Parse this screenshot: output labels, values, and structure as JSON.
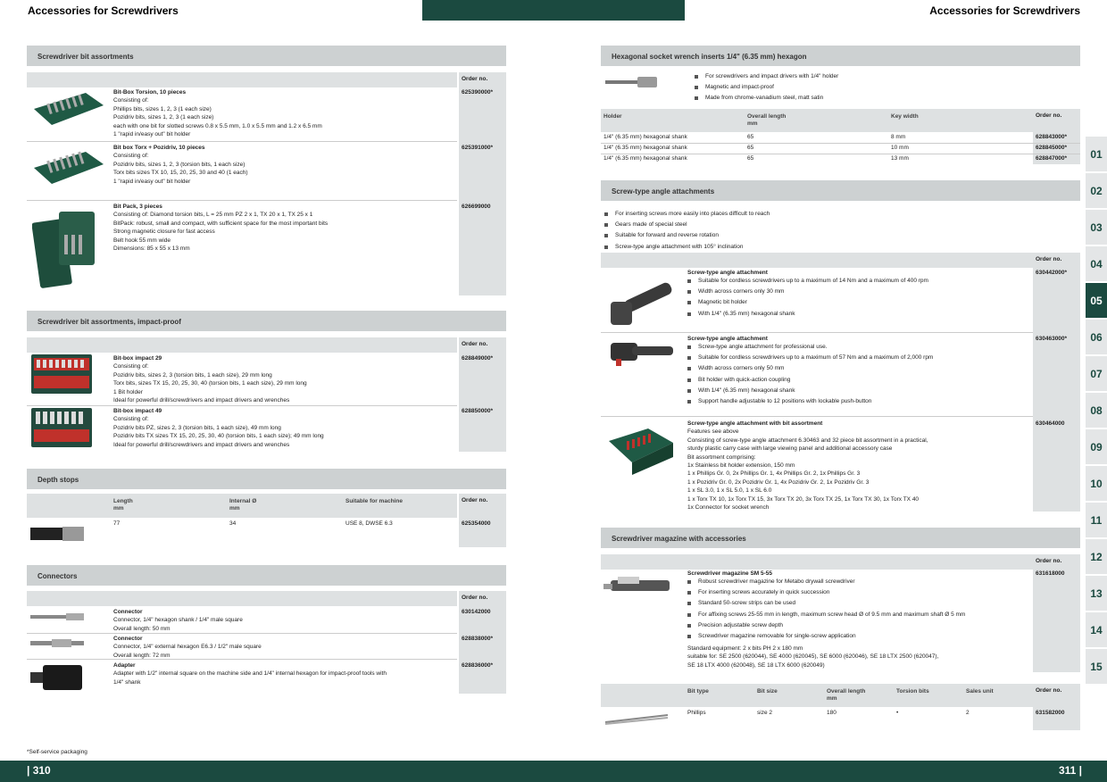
{
  "header": {
    "left_title": "Accessories for Screwdrivers",
    "right_title": "Accessories for Screwdrivers"
  },
  "footer": {
    "left_page": "| 310",
    "right_page": "311 |",
    "footnote": "*Self-service packaging"
  },
  "side_tabs": [
    "01",
    "02",
    "03",
    "04",
    "05",
    "06",
    "07",
    "08",
    "09",
    "10",
    "11",
    "12",
    "13",
    "14",
    "15"
  ],
  "order_no_label": "Order no.",
  "left": {
    "bit_assortments": {
      "title": "Screwdriver bit assortments",
      "items": [
        {
          "name": "Bit-Box Torsion, 10 pieces",
          "lines": [
            "Consisting of:",
            "Phillips bits, sizes 1, 2, 3 (1 each size)",
            "Pozidriv bits, sizes 1, 2, 3 (1 each size)",
            "each with one bit for slotted screws 0.8 x 5.5 mm, 1.0 x 5.5 mm and 1.2 x 6.5 mm",
            "1 \"rapid in/easy out\" bit holder"
          ],
          "order": "625390000*"
        },
        {
          "name": "Bit box Torx + Pozidriv, 10 pieces",
          "lines": [
            "Consisting of:",
            "Pozidriv bits, sizes 1, 2, 3 (torsion bits, 1 each size)",
            "Torx bits sizes TX 10, 15, 20, 25, 30 and 40 (1 each)",
            "1 \"rapid in/easy out\" bit holder"
          ],
          "order": "625391000*"
        },
        {
          "name": "Bit Pack, 3 pieces",
          "lines": [
            "Consisting of: Diamond torsion bits, L = 25 mm PZ 2 x 1, TX 20 x 1, TX 25 x 1",
            "BitPack: robust, small and compact, with sufficient space for the most important bits",
            "Strong magnetic closure for fast access",
            "Belt hook 55 mm wide",
            "Dimensions: 85 x 55 x 13 mm"
          ],
          "order": "626699000"
        }
      ]
    },
    "impact_proof": {
      "title": "Screwdriver bit assortments, impact-proof",
      "items": [
        {
          "name": "Bit-box impact 29",
          "lines": [
            "Consisting of:",
            "Pozidriv bits, sizes 2, 3 (torsion bits, 1 each size), 29 mm long",
            "Torx bits, sizes TX 15, 20, 25, 30, 40 (torsion bits, 1 each size), 29 mm long",
            "1 Bit holder",
            "Ideal for powerful drill/screwdrivers and impact drivers and wrenches"
          ],
          "order": "628849000*"
        },
        {
          "name": "Bit-box impact 49",
          "lines": [
            "Consisting of:",
            "Pozidriv bits PZ, sizes 2, 3 (torsion bits, 1 each size), 49 mm long",
            "Pozidriv bits TX sizes TX 15, 20, 25, 30, 40 (torsion bits, 1 each size); 49 mm long",
            "Ideal for powerful drill/screwdrivers and impact drivers and wrenches"
          ],
          "order": "628850000*"
        }
      ]
    },
    "depth_stops": {
      "title": "Depth stops",
      "headers": [
        "Length",
        "Internal Ø",
        "Suitable for machine",
        "Order no."
      ],
      "unit": "mm",
      "row": [
        "77",
        "34",
        "USE 8, DWSE 6.3",
        "625354000"
      ]
    },
    "connectors": {
      "title": "Connectors",
      "items": [
        {
          "name": "Connector",
          "lines": [
            "Connector, 1/4\" hexagon shank / 1/4\" male square",
            "Overall length: 50 mm"
          ],
          "order": "630142000"
        },
        {
          "name": "Connector",
          "lines": [
            "Connector, 1/4\" external hexagon E6.3 / 1/2\" male square",
            "Overall length: 72 mm"
          ],
          "order": "628838000*"
        },
        {
          "name": "Adapter",
          "lines": [
            "Adapter with 1/2\" internal square on the machine side and 1/4\" internal hexagon for impact-proof tools with",
            "1/4\" shank"
          ],
          "order": "628836000*"
        }
      ]
    }
  },
  "right": {
    "hex": {
      "title": "Hexagonal socket wrench inserts 1/4\" (6.35 mm) hexagon",
      "bullets": [
        "For screwdrivers and impact drivers with 1/4\" holder",
        "Magnetic and impact-proof",
        "Made from chrome-vanadium steel, matt satin"
      ],
      "headers": [
        "Holder",
        "Overall length",
        "Key width",
        "Order no."
      ],
      "unit": "mm",
      "rows": [
        [
          "1/4\" (6.35 mm) hexagonal shank",
          "65",
          "8 mm",
          "628843000*"
        ],
        [
          "1/4\" (6.35 mm) hexagonal shank",
          "65",
          "10 mm",
          "628845000*"
        ],
        [
          "1/4\" (6.35 mm) hexagonal shank",
          "65",
          "13 mm",
          "628847000*"
        ]
      ]
    },
    "angle": {
      "title": "Screw-type angle attachments",
      "bullets": [
        "For inserting screws more easily into places difficult to reach",
        "Gears made of special steel",
        "Suitable for forward and reverse rotation",
        "Screw-type angle attachment with 105° inclination"
      ],
      "items": [
        {
          "name": "Screw-type angle attachment",
          "bullets": [
            "Suitable for cordless screwdrivers up to a maximum of 14 Nm and a maximum of 400 rpm",
            "Width across corners only 30 mm",
            "Magnetic bit holder",
            "With 1/4\" (6.35 mm) hexagonal shank"
          ],
          "order": "630442000*"
        },
        {
          "name": "Screw-type angle attachment",
          "bullets": [
            "Screw-type angle attachment for professional use.",
            "Suitable for cordless screwdrivers up to a maximum of 57 Nm and a maximum of 2,000 rpm",
            "Width across corners only 50 mm",
            "Bit holder with quick-action coupling",
            "With 1/4\" (6.35 mm) hexagonal shank",
            "Support handle adjustable to 12 positions with lockable push-button"
          ],
          "order": "630463000*"
        },
        {
          "name": "Screw-type angle attachment with bit assortment",
          "lines": [
            "Features see above",
            "Consisting of screw-type angle attachment 6.30463 and 32 piece bit assortment in a practical,",
            "sturdy plastic carry case with large viewing panel and additional accessory case",
            "Bit assortment comprising:",
            "1x Stainless bit holder extension, 150 mm",
            "1 x Phillips Gr. 0, 2x Phillips Gr. 1, 4x Phillips Gr. 2, 1x Phillips Gr. 3",
            "1 x Pozidriv Gr. 0, 2x Pozidriv Gr. 1, 4x Pozidriv Gr. 2, 1x Pozidriv Gr. 3",
            "1 x SL 3.0, 1 x SL 5.0, 1 x SL 6.0",
            "1 x Torx TX 10, 1x Torx TX 15, 3x Torx TX 20, 3x Torx TX 25, 1x Torx TX 30, 1x Torx TX 40",
            "1x Connector for socket wrench"
          ],
          "order": "630464000"
        }
      ]
    },
    "magazine": {
      "title": "Screwdriver magazine with accessories",
      "name": "Screwdriver magazine SM 5-55",
      "bullets": [
        "Robust screwdriver magazine for Metabo drywall screwdriver",
        "For inserting screws accurately in quick succession",
        "Standard 50-screw strips can be used",
        "For affixing screws 25-55 mm in length, maximum screw head Ø of 9.5 mm and maximum shaft Ø 5 mm",
        "Precision adjustable screw depth",
        "Screwdriver magazine removable for single-screw application"
      ],
      "lines": [
        "Standard equipment: 2 x bits PH 2 x 180 mm",
        "suitable for: SE 2500 (620044), SE 4000 (620045), SE 6000 (620046), SE 18 LTX 2500 (620047),",
        "SE 18 LTX 4000 (620048), SE 18 LTX 6000 (620049)"
      ],
      "order": "631618000",
      "headers": [
        "Bit type",
        "Bit size",
        "Overall length",
        "Torsion bits",
        "Sales unit",
        "Order no."
      ],
      "unit": "mm",
      "row": [
        "Phillips",
        "size 2",
        "180",
        "•",
        "2",
        "631582000"
      ]
    }
  }
}
